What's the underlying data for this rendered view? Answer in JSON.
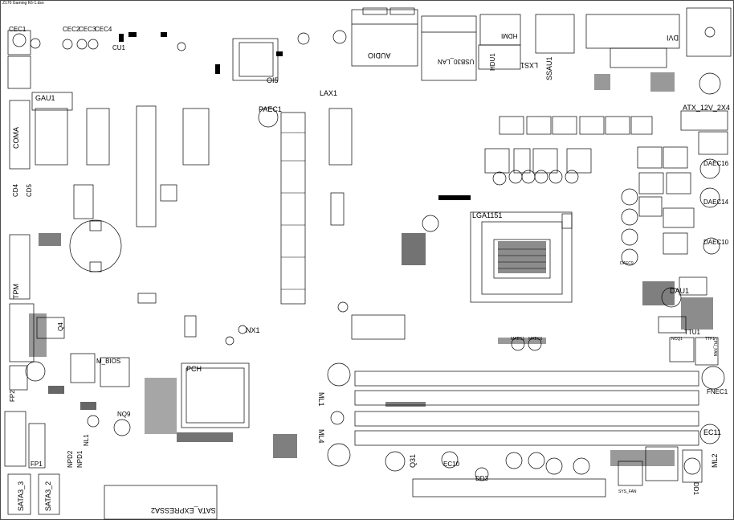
{
  "header": {
    "title": "Z170 Gaming K6-1.dsn"
  },
  "labels": {
    "cec1": "CEC1",
    "cec2": "CEC2",
    "cec3": "CEC3",
    "cec4": "CEC4",
    "cu1": "CU1",
    "gau1": "GAU1",
    "coma": "COMA",
    "cd4": "CD4",
    "cd5": "CD5",
    "tpm": "TPM",
    "q4": "Q4",
    "m_bios": "M_BIOS",
    "nq9": "NQ9",
    "npd1": "NPD1",
    "npd2": "NPD2",
    "nl1": "NL1",
    "fp1": "FP1",
    "fp2": "FP2",
    "sata3_3": "SATA3_3",
    "sata3_2": "SATA3_2",
    "sata_express": "SATA_EXPRESSA2",
    "pch": "PCH",
    "nx1": "NX1",
    "paec1": "PAEC1",
    "oi5": "OI5",
    "lax1": "LAX1",
    "audio": "AUDIO",
    "usb30_lan": "USB30_LAN",
    "hdmi": "HDMI",
    "hdu1": "HDU1",
    "lxs1": "LXS1",
    "ssau1": "SSAU1",
    "dvi": "DVI",
    "atx_12v": "ATX_12V_2X4",
    "lga1151": "LGA1151",
    "dau1": "DAU1",
    "daec16": "DAEC16",
    "daec14": "DAEC14",
    "daec10": "DAEC10",
    "daec9": "DAEC9",
    "ec11": "EC11",
    "ec10": "EC10",
    "ml1": "ML1",
    "ml2": "ML2",
    "ml4": "ML4",
    "fnec1": "FNEC1",
    "q31": "Q31",
    "cpu_fan": "CPU_FAN",
    "sys_fan": "SYS_FAN",
    "dd1": "DD1",
    "dd3": "DD3",
    "maec1": "MAEC1",
    "maec6": "MAEC6",
    "ttu1": "TTU1",
    "ncq1": "NCQ1",
    "ttf1": "TTF1"
  }
}
